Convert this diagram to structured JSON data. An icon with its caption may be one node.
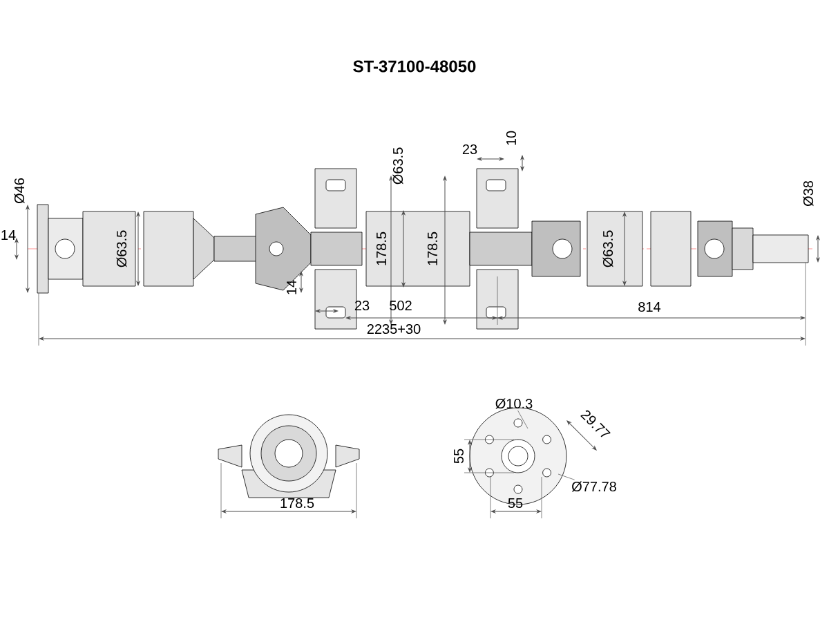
{
  "diagram": {
    "title": "ST-37100-48050",
    "nodes": [
      {
        "text": [
          "Ø10.3"
        ]
      },
      {
        "text": [
          "Ø77.78"
        ]
      }
    ],
    "edges": [
      {
        "from": 0,
        "to": null,
        "arrow": "none"
      },
      {
        "from": 1,
        "to": null,
        "arrow": "none"
      }
    ],
    "labels": [
      "Ø46",
      "14",
      "Ø63.5",
      "Ø63.5",
      "178.5",
      "14",
      "23",
      "502",
      "2235+30",
      "23",
      "10",
      "178.5",
      "Ø63.5",
      "814",
      "Ø38",
      "29.77",
      "55",
      "178.5",
      "55"
    ]
  }
}
